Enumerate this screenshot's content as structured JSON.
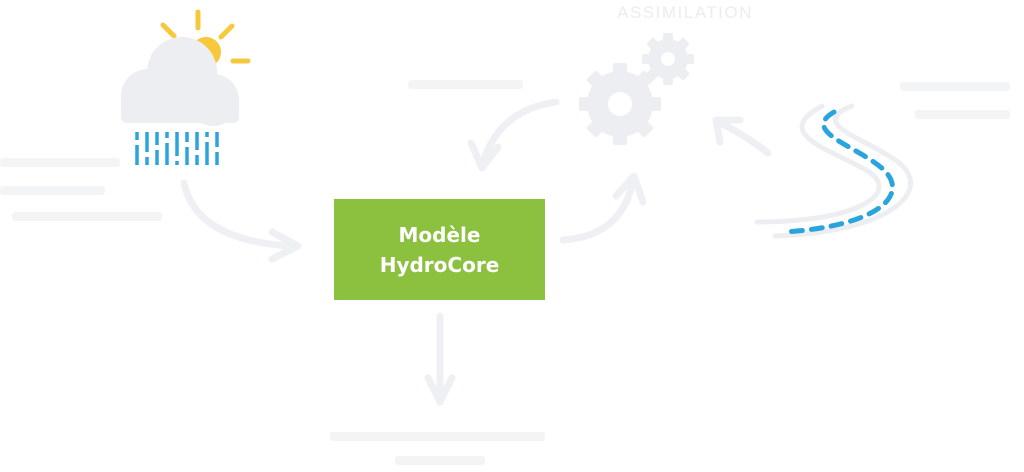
{
  "labels": {
    "assimilation": "ASSIMILATION"
  },
  "model": {
    "line1": "Modèle",
    "line2": "HydroCore"
  },
  "icons": {
    "weather": "sun-cloud-rain-icon",
    "assimilation": "gears-icon",
    "observation": "river-icon"
  },
  "colors": {
    "model_box": "#8cc13f",
    "model_text": "#ffffff",
    "arrows": "#eef0f4",
    "cloud": "#eceef1",
    "sun": "#f6c83c",
    "rain": "#2aa4dc",
    "gears": "#eceef1",
    "river_banks": "#eceef1",
    "river_dashes": "#2aa4dc",
    "faint_text": "#ecedf0"
  }
}
